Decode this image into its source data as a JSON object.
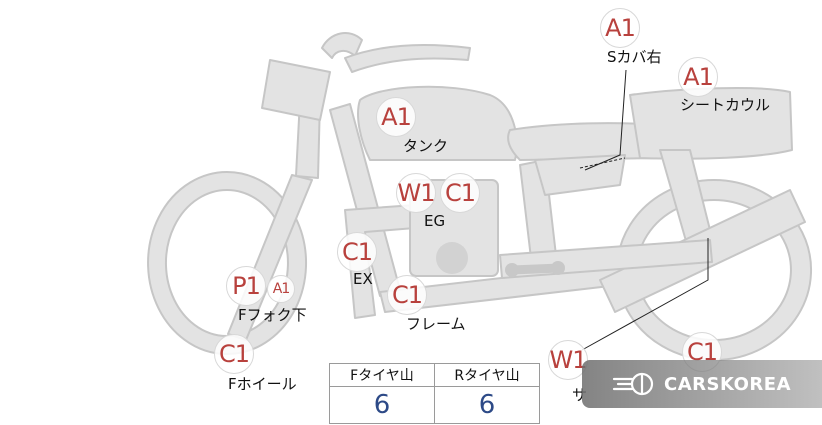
{
  "badges": {
    "scover": "A1",
    "seatcowl": "A1",
    "tank": "A1",
    "eg_w": "W1",
    "eg_c": "C1",
    "ex": "C1",
    "frame": "C1",
    "fork_p": "P1",
    "fork_a": "A1",
    "fwheel": "C1",
    "rear_w": "W1",
    "rear_c": "C1"
  },
  "parts": {
    "scover": "Sカバ右",
    "seatcowl": "シートカウル",
    "tank": "タンク",
    "eg": "EG",
    "ex": "EX",
    "frame": "フレーム",
    "fork": "Fフォク下",
    "fwheel": "Fホイール",
    "rear_partial": "サ"
  },
  "tread": {
    "front_header": "Fタイヤ山",
    "rear_header": "Rタイヤ山",
    "front_value": "6",
    "rear_value": "6"
  },
  "watermark": {
    "text": "CARSKOREA"
  },
  "colors": {
    "badge_text": "#b8413d",
    "bike_fill": "#e3e3e3",
    "bike_stroke": "#c6c6c6",
    "value_text": "#2d4a87"
  }
}
